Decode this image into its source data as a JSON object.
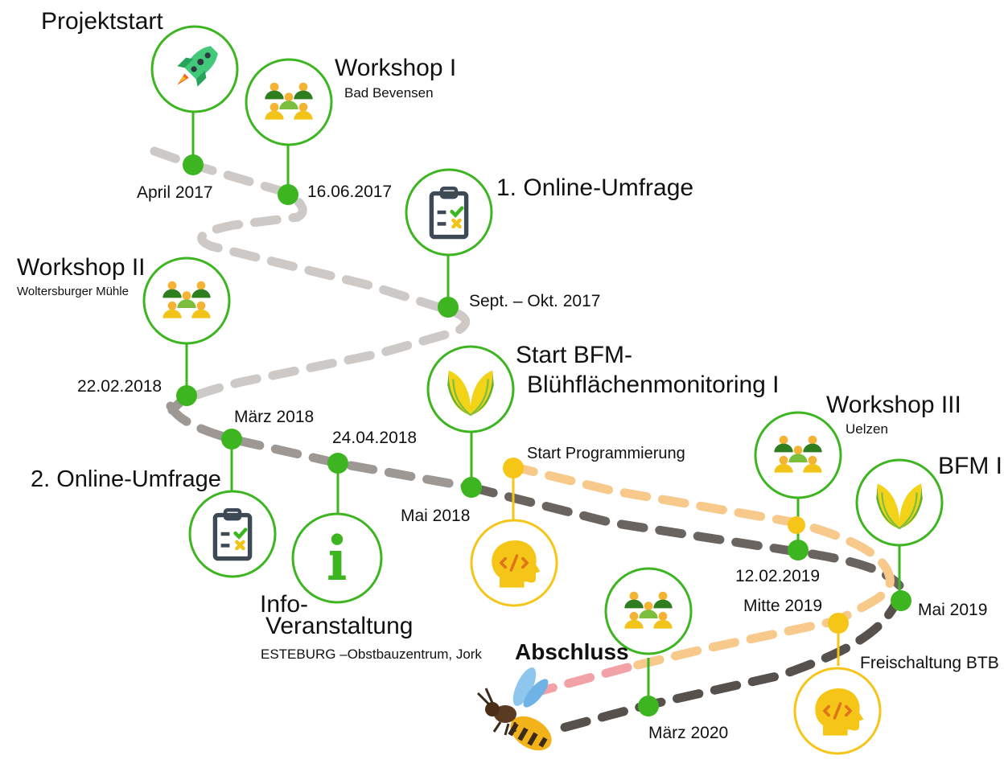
{
  "colors": {
    "green": "#3cb521",
    "greenDark": "#2f8f1a",
    "orange": "#f5c518",
    "pathLight": "#cdc9c6",
    "pathMid": "#9e9894",
    "pathDark": "#5c5753",
    "orangePath": "#f7c98a",
    "orangeStrong": "#f2b04e",
    "pinkPath": "#f2a2a6"
  },
  "milestones": {
    "projektstart": {
      "title": "Projektstart",
      "date": "April 2017",
      "icon": "rocket-icon"
    },
    "workshop1": {
      "title": "Workshop I",
      "subtitle": "Bad Bevensen",
      "date": "16.06.2017",
      "icon": "group-meeting-icon"
    },
    "umfrage1": {
      "title": "1. Online-Umfrage",
      "date": "Sept. – Okt. 2017",
      "icon": "clipboard-checklist-icon"
    },
    "workshop2": {
      "title": "Workshop II",
      "subtitle": "Woltersburger Mühle",
      "date": "22.02.2018",
      "icon": "group-meeting-icon"
    },
    "umfrage2": {
      "title": "2. Online-Umfrage",
      "date": "März 2018",
      "icon": "clipboard-checklist-icon"
    },
    "info": {
      "title_line1": "Info-",
      "title_line2": "Veranstaltung",
      "subtitle": "ESTEBURG –Obstbauzentrum, Jork",
      "date": "24.04.2018",
      "icon": "info-icon"
    },
    "bfm1": {
      "title_line1": "Start BFM-",
      "title_line2": "Blühflächenmonitoring I",
      "date": "Mai 2018",
      "icon": "leaf-icon"
    },
    "programmierung": {
      "title": "Start Programmierung",
      "icon": "head-code-icon"
    },
    "workshop3": {
      "title": "Workshop III",
      "subtitle": "Uelzen",
      "date": "12.02.2019",
      "icon": "group-meeting-icon"
    },
    "bfm2": {
      "title": "BFM II",
      "date": "Mai 2019",
      "icon": "leaf-icon"
    },
    "freischaltung": {
      "title": "Freischaltung BTB",
      "date": "Mitte 2019",
      "icon": "head-code-icon"
    },
    "abschluss": {
      "title": "Abschluss",
      "date": "März 2020",
      "icon": "group-meeting-icon",
      "mascot": "bee-icon"
    }
  }
}
